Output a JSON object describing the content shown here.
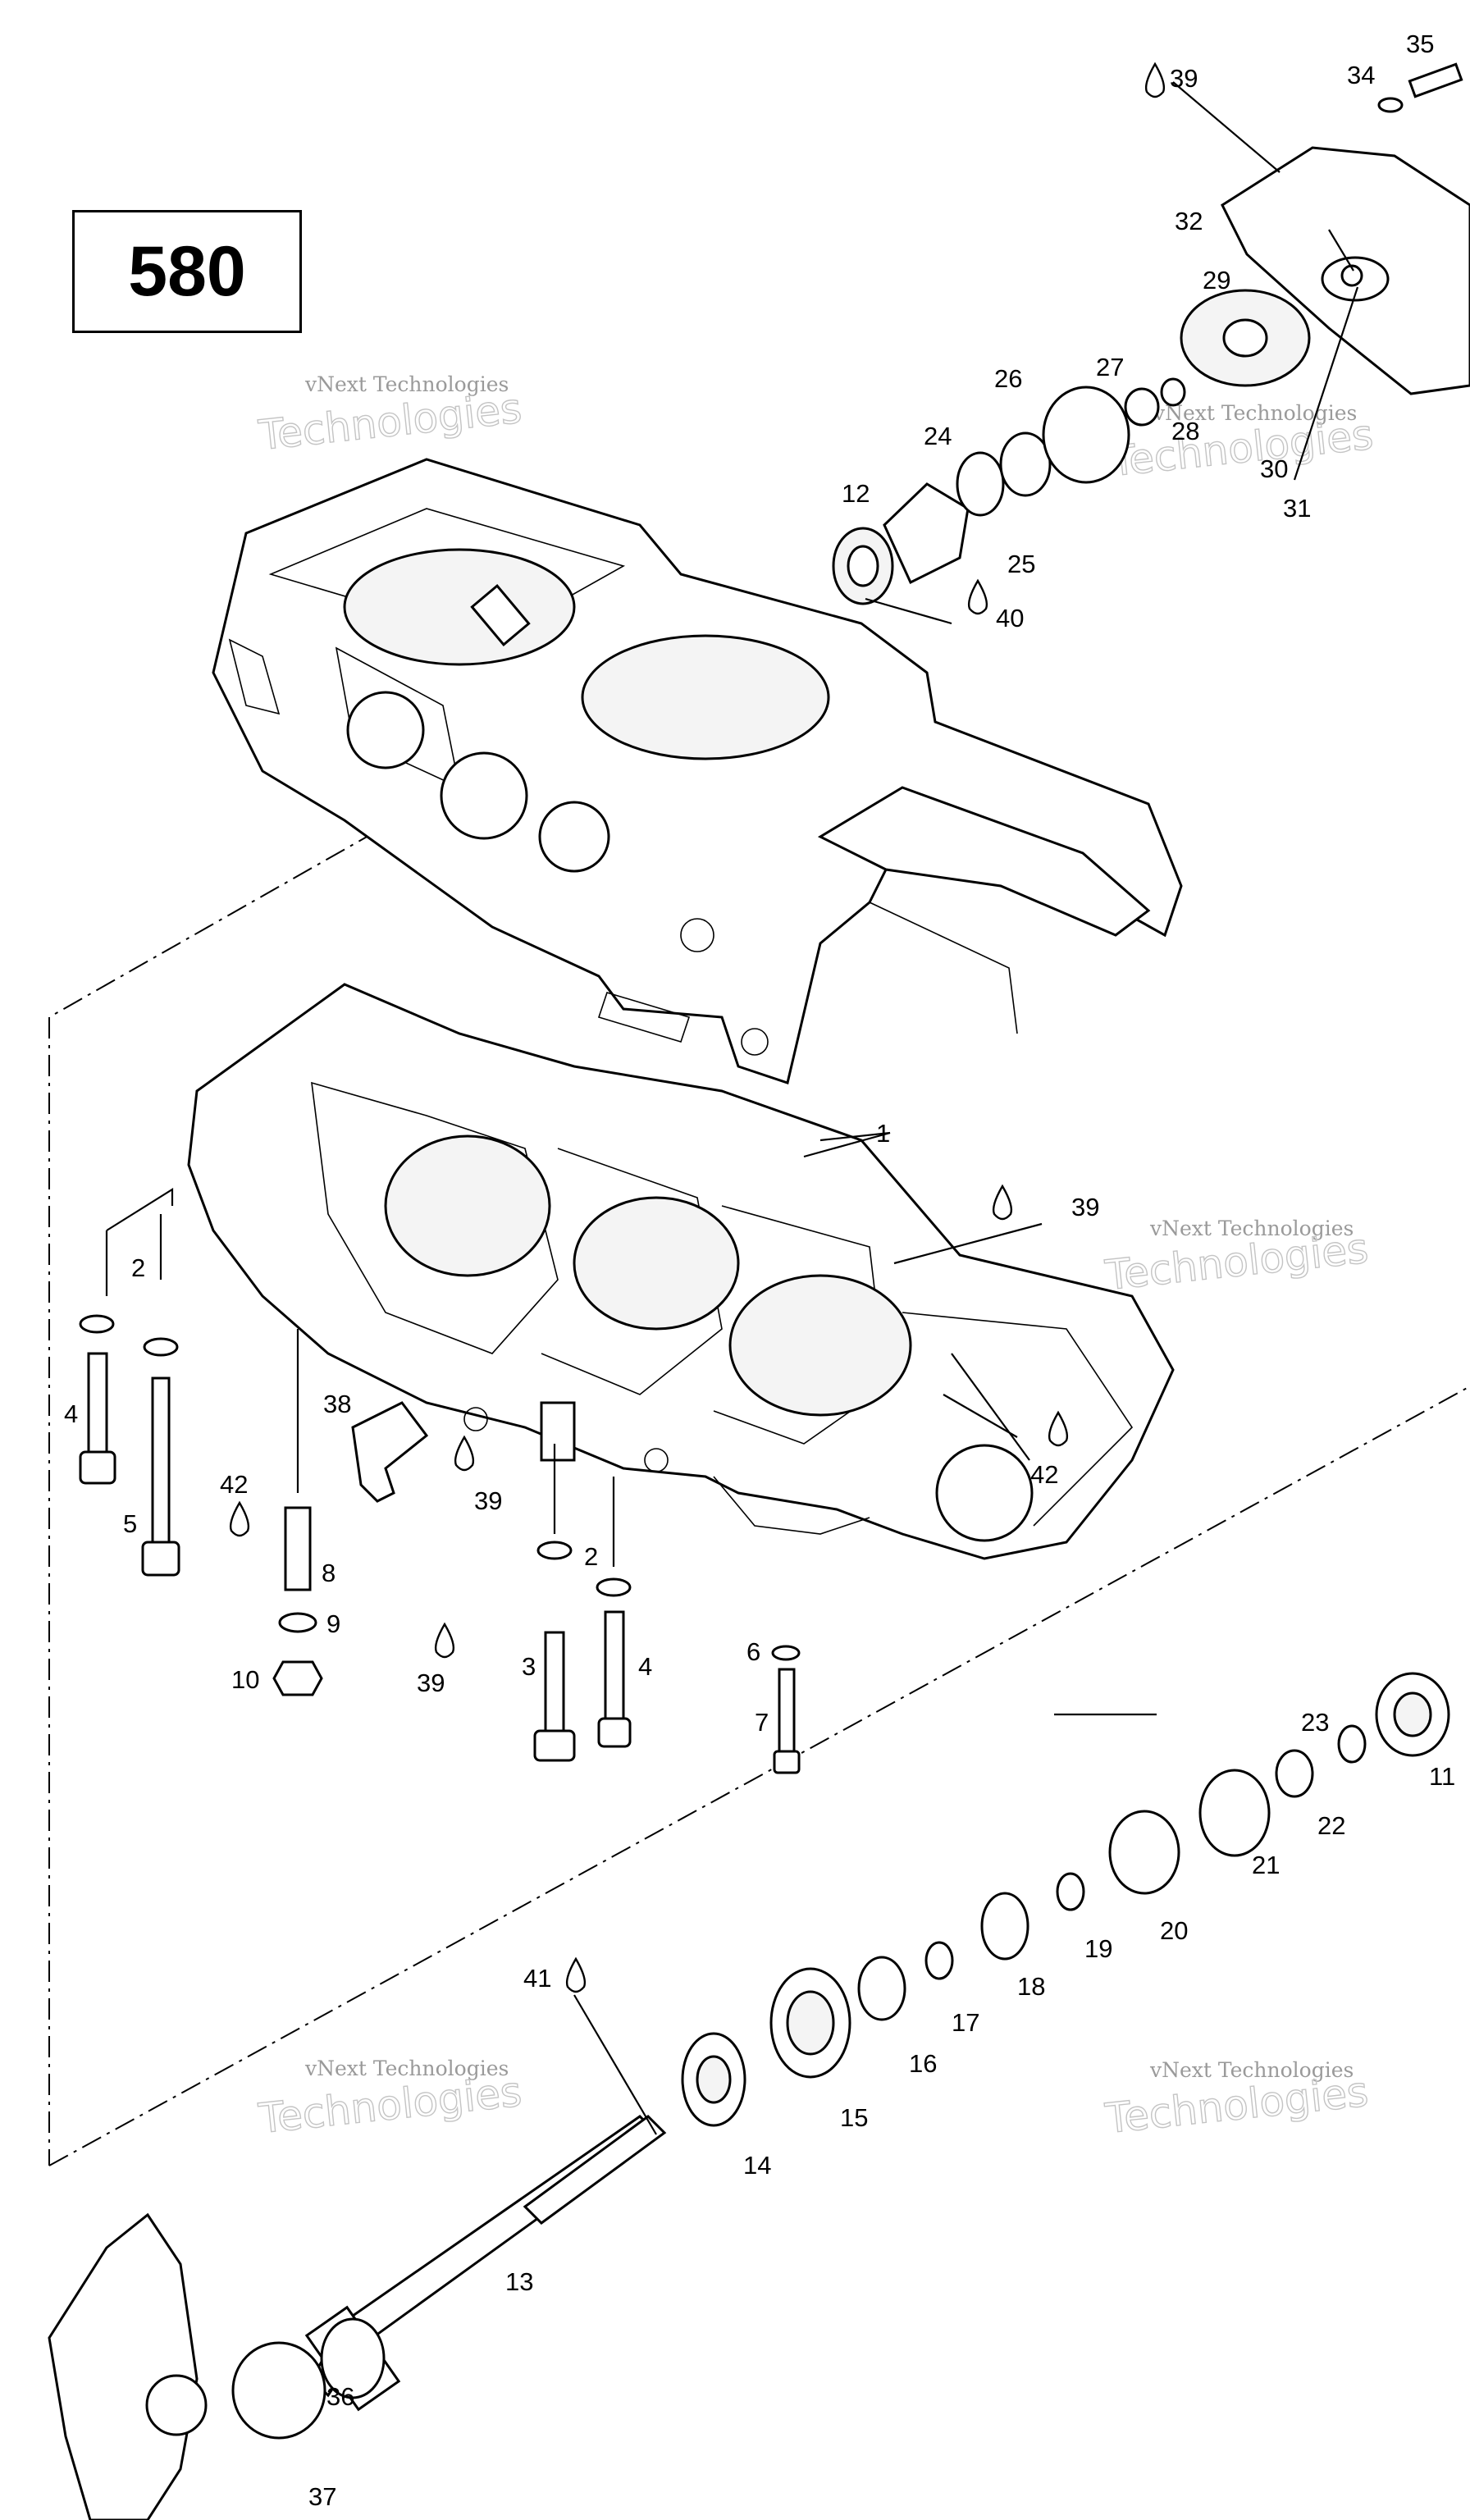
{
  "model": "580",
  "watermark": {
    "line1": "vNext Technologies",
    "line2": "Technologies"
  },
  "callouts": [
    {
      "id": "1",
      "text": "1"
    },
    {
      "id": "2a",
      "text": "2"
    },
    {
      "id": "2b",
      "text": "2"
    },
    {
      "id": "3",
      "text": "3"
    },
    {
      "id": "4a",
      "text": "4"
    },
    {
      "id": "4b",
      "text": "4"
    },
    {
      "id": "5",
      "text": "5"
    },
    {
      "id": "6",
      "text": "6"
    },
    {
      "id": "7",
      "text": "7"
    },
    {
      "id": "8",
      "text": "8"
    },
    {
      "id": "9",
      "text": "9"
    },
    {
      "id": "10",
      "text": "10"
    },
    {
      "id": "11",
      "text": "11"
    },
    {
      "id": "12",
      "text": "12"
    },
    {
      "id": "13",
      "text": "13"
    },
    {
      "id": "14",
      "text": "14"
    },
    {
      "id": "15",
      "text": "15"
    },
    {
      "id": "16",
      "text": "16"
    },
    {
      "id": "17",
      "text": "17"
    },
    {
      "id": "18",
      "text": "18"
    },
    {
      "id": "19",
      "text": "19"
    },
    {
      "id": "20",
      "text": "20"
    },
    {
      "id": "21",
      "text": "21"
    },
    {
      "id": "22",
      "text": "22"
    },
    {
      "id": "23",
      "text": "23"
    },
    {
      "id": "24",
      "text": "24"
    },
    {
      "id": "25",
      "text": "25"
    },
    {
      "id": "26",
      "text": "26"
    },
    {
      "id": "27",
      "text": "27"
    },
    {
      "id": "28",
      "text": "28"
    },
    {
      "id": "29",
      "text": "29"
    },
    {
      "id": "30",
      "text": "30"
    },
    {
      "id": "31",
      "text": "31"
    },
    {
      "id": "32",
      "text": "32"
    },
    {
      "id": "34",
      "text": "34"
    },
    {
      "id": "35",
      "text": "35"
    },
    {
      "id": "36",
      "text": "36"
    },
    {
      "id": "37",
      "text": "37"
    },
    {
      "id": "38",
      "text": "38"
    },
    {
      "id": "39a",
      "text": "39"
    },
    {
      "id": "39b",
      "text": "39"
    },
    {
      "id": "39c",
      "text": "39"
    },
    {
      "id": "39d",
      "text": "39"
    },
    {
      "id": "40",
      "text": "40"
    },
    {
      "id": "41",
      "text": "41"
    },
    {
      "id": "42a",
      "text": "42"
    },
    {
      "id": "42b",
      "text": "42"
    }
  ]
}
